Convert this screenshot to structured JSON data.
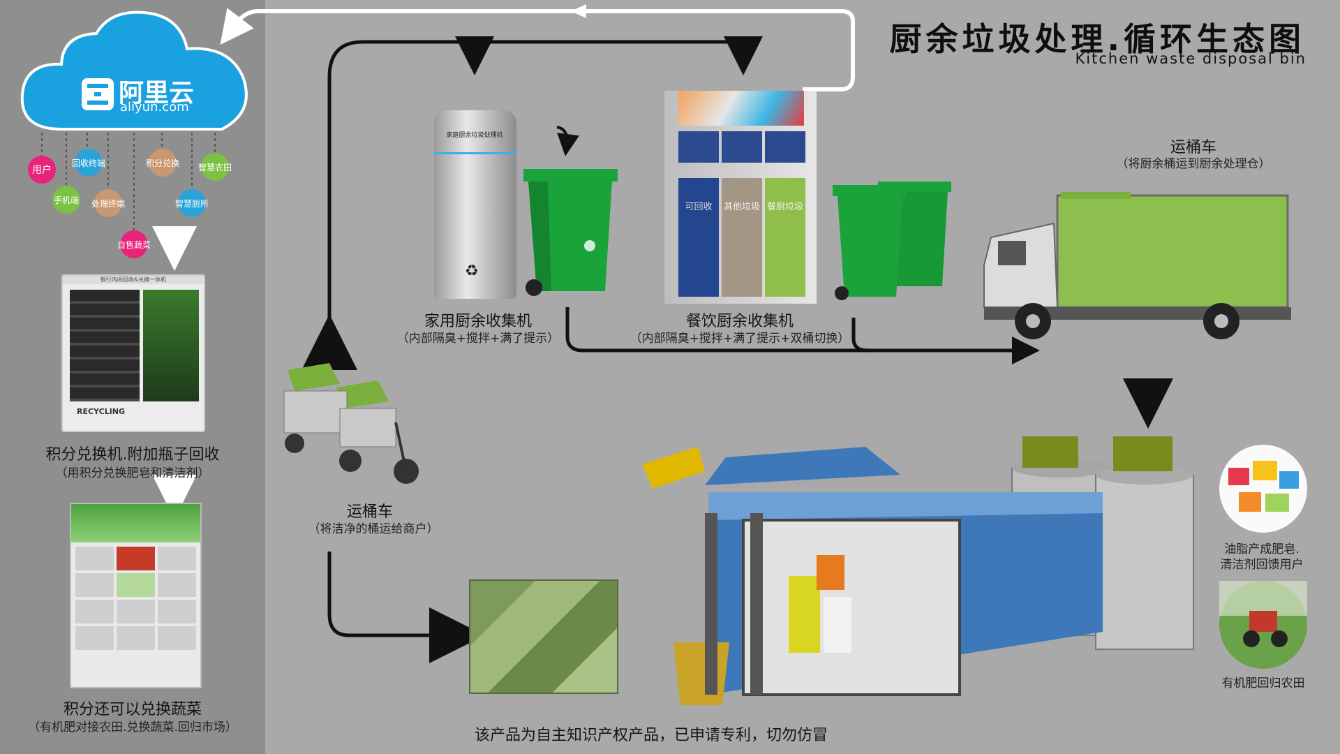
{
  "title": {
    "main": "厨余垃圾处理.循环生态图",
    "sub": "Kitchen waste disposal bin"
  },
  "cloud": {
    "brand_cn": "阿里云",
    "brand_en": "aliyun.com"
  },
  "bubbles": [
    {
      "label": "用户",
      "color": "#e8247a"
    },
    {
      "label": "回收终端",
      "color": "#2aa3d8"
    },
    {
      "label": "手机端",
      "color": "#7cc242"
    },
    {
      "label": "处理终端",
      "color": "#c99870"
    },
    {
      "label": "积分兑换",
      "color": "#c99870"
    },
    {
      "label": "智慧农田",
      "color": "#7cc242"
    },
    {
      "label": "智慧厨所",
      "color": "#2aa3d8"
    },
    {
      "label": "自售蔬菜",
      "color": "#e8247a"
    }
  ],
  "exchange_machine": {
    "header": "银行内闲回收&兑换一体机",
    "brand": "RECYCLING",
    "label": "积分兑换机.附加瓶子回收",
    "sub": "（用积分兑换肥皂和清洁剂）"
  },
  "vegetable_locker": {
    "label": "积分还可以兑换蔬菜",
    "sub": "（有机肥对接农田.兑换蔬菜.回归市场）"
  },
  "home_collector": {
    "body_text": "家庭厨余垃圾处理机",
    "label": "家用厨余收集机",
    "sub": "（内部隔臭+搅拌+满了提示）"
  },
  "restaurant_collector": {
    "compartments": [
      "可回收",
      "其他垃圾",
      "餐厨垃圾"
    ],
    "label": "餐饮厨余收集机",
    "sub": "（内部隔臭+搅拌+满了提示+双桶切换）"
  },
  "truck": {
    "label": "运桶车",
    "sub": "（将厨余桶运到厨余处理仓）"
  },
  "tricycle": {
    "label": "运桶车",
    "sub": "（将洁净的桶运给商户）"
  },
  "soap": {
    "label_line1": "油脂产成肥皂.",
    "label_line2": "清洁剂回馈用户"
  },
  "farm": {
    "label": "有机肥回归农田"
  },
  "footer": {
    "notice": "该产品为自主知识产权产品，已申请专利，切勿仿冒"
  },
  "colors": {
    "cloud": "#1aa1df",
    "bin_green": "#1aa33a",
    "arrow": "#111111",
    "panel": "#8f8f8f",
    "background": "#a9a9a9"
  }
}
